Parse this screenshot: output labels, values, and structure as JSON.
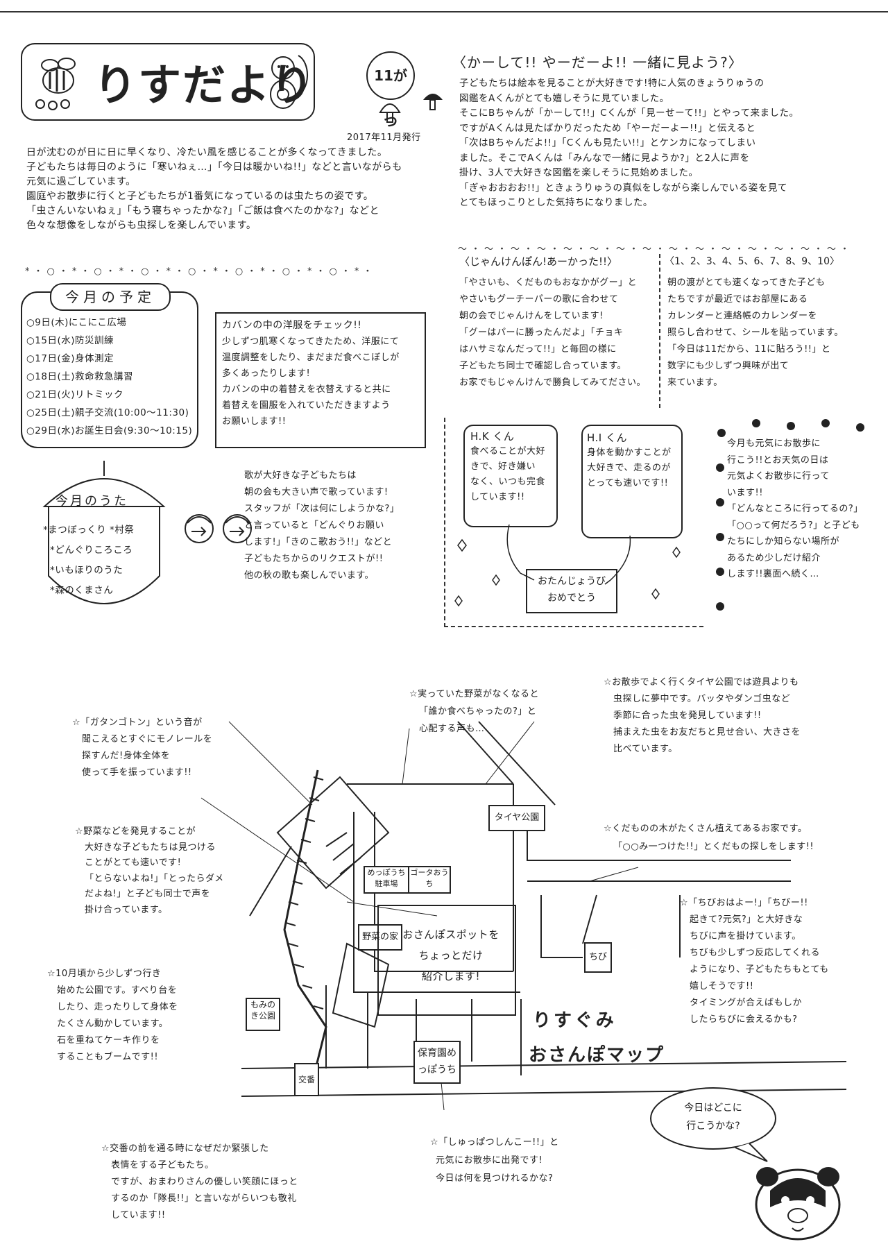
{
  "header": {
    "title": "りすだより",
    "issue": "11がつ",
    "issued": "2017年11月発行"
  },
  "intro": {
    "lines": [
      "日が沈むのが日に日に早くなり、冷たい風を感じることが多くなってきました。",
      "子どもたちは毎日のように「寒いねぇ…」「今日は暖かいね!!」などと言いながらも",
      "元気に過ごしています。",
      "園庭やお散歩に行くと子どもたちが1番気になっているのは虫たちの姿です。",
      "「虫さんいないねぇ」「もう寝ちゃったかな?」「ご飯は食べたのかな?」などと",
      "色々な想像をしながらも虫探しを楽しんでいます。"
    ]
  },
  "schedule": {
    "title": "今月の予定",
    "items": [
      "○9日(木)にこにこ広場",
      "○15日(水)防災訓練",
      "○17日(金)身体測定",
      "○18日(土)救命救急講習",
      "○21日(火)リトミック",
      "○25日(土)親子交流(10:00〜11:30)",
      "○29日(水)お誕生日会(9:30〜10:15)"
    ]
  },
  "clothes": {
    "title": "カバンの中の洋服をチェック!!",
    "lines": [
      "少しずつ肌寒くなってきたため、洋服にて",
      "温度調整をしたり、まだまだ食べこぼしが",
      "多くあったりします!",
      "カバンの中の着替えを衣替えすると共に",
      "着替えを園服を入れていただきますよう",
      "お願いします!!"
    ]
  },
  "songs": {
    "title": "今月のうた",
    "items": [
      "*まつぼっくり *村祭",
      "*どんぐりころころ",
      "*いもほりのうた",
      "*森のくまさん"
    ]
  },
  "songs_text": {
    "lines": [
      "歌が大好きな子どもたちは",
      "朝の会も大きい声で歌っています!",
      "スタッフが「次は何にしようかな?」",
      "と言っていると「どんぐりお願い",
      "します!」「きのこ歌おう!!」などと",
      "子どもたちからのリクエストが!!",
      "他の秋の歌も楽しんでいます。"
    ]
  },
  "picture_book": {
    "title": "〈かーして!! やーだーよ!! 一緒に見よう?〉",
    "lines": [
      "子どもたちは絵本を見ることが大好きです!特に人気のきょうりゅうの",
      "図鑑をAくんがとても嬉しそうに見ていました。",
      "そこにBちゃんが「かーして!!」Cくんが「見ーせーて!!」とやって来ました。",
      "ですがAくんは見たばかりだったため「やーだーよー!!」と伝えると",
      "「次はBちゃんだよ!!」「Cくんも見たい!!」とケンカになってしまい",
      "ました。そこでAくんは「みんなで一緒に見ようか?」と2人に声を",
      "掛け、3人で大好きな図鑑を楽しそうに見始めました。",
      "「ぎゃおおおお!!」ときょうりゅうの真似をしながら楽しんでいる姿を見て",
      "とてもほっこりとした気持ちになりました。"
    ]
  },
  "janken": {
    "title": "〈じゃんけんぽん!あーかった!!〉",
    "lines": [
      "「やさいも、くだものもおなかがグー」と",
      "やさいもグーチーパーの歌に合わせて",
      "朝の会でじゃんけんをしています!",
      "「グーはパーに勝ったんだよ」「チョキ",
      "はハサミなんだって!!」と毎回の様に",
      "子どもたち同士で確認し合っています。",
      "お家でもじゃんけんで勝負してみてださい。"
    ]
  },
  "counting": {
    "title": "〈1、2、3、4、5、6、7、8、9、10〉",
    "lines": [
      "朝の渡がとても速くなってきた子ども",
      "たちですが最近ではお部屋にある",
      "カレンダーと連絡帳のカレンダーを",
      "照らし合わせて、シールを貼っています。",
      "「今日は11だから、11に貼ろう!!」と",
      "数字にも少しずつ興味が出て",
      "来ています。"
    ]
  },
  "birthday": {
    "kid1_name": "H.K くん",
    "kid1_text": [
      "食べることが大好",
      "きで、好き嫌い",
      "なく、いつも完食",
      "しています!!"
    ],
    "kid2_name": "H.I くん",
    "kid2_text": [
      "身体を動かすことが",
      "大好きで、走るのが",
      "とっても速いです!!"
    ],
    "banner": [
      "おたんじょうび",
      "おめでとう"
    ]
  },
  "walk_note": {
    "lines": [
      "今月も元気にお散歩に",
      "行こう!!とお天気の日は",
      "元気よくお散歩に行って",
      "います!!",
      "「どんなところに行ってるの?」",
      "「○○って何だろう?」と子ども",
      "たちにしか知らない場所が",
      "あるため少しだけ紹介",
      "します!!裏面へ続く…"
    ]
  },
  "map": {
    "title_line1": "りすぐみ",
    "title_line2": "おさんぽマップ",
    "center_label": [
      "おさんぽスポットを",
      "ちょっとだけ",
      "紹介します!"
    ],
    "labels": {
      "taiya": "タイヤ公園",
      "parking": "めっぽうち駐車場",
      "gota": "ゴータおうち",
      "yasai": "野菜の家",
      "chibi": "ちび",
      "momiji": "もみのき公園",
      "koban": "交番",
      "hoikuen": "保育園めっぽうち"
    },
    "notes": {
      "train": [
        "☆「ガタンゴトン」という音が",
        "聞こえるとすぐにモノレールを",
        "探すんだ!身体全体を",
        "使って手を振っています!!"
      ],
      "vegetables": [
        "☆野菜などを発見することが",
        "大好きな子どもたちは見つける",
        "ことがとても速いです!",
        "「とらないよね!」「とったらダメ",
        "だよね!」と子ども同士で声を",
        "掛け合っています。"
      ],
      "park": [
        "☆10月頃から少しずつ行き",
        "始めた公園です。すべり台を",
        "したり、走ったりして身体を",
        "たくさん動かしています。",
        "石を重ねてケーキ作りを",
        "することもブームです!!"
      ],
      "koban": [
        "☆交番の前を通る時になぜだか緊張した",
        "表情をする子どもたち。",
        "ですが、おまわりさんの優しい笑顔にほっと",
        "するのか「隊長!!」と言いながらいつも敬礼",
        "しています!!"
      ],
      "start": [
        "☆「しゅっぱつしんこー!!」と",
        "元気にお散歩に出発です!",
        "今日は何を見つけれるかな?"
      ],
      "eaten": [
        "☆実っていた野菜がなくなると",
        "「誰か食べちゃったの?」と",
        "心配する声も…"
      ],
      "taiya": [
        "☆お散歩でよく行くタイヤ公園では遊具よりも",
        "虫探しに夢中です。バッタやダンゴ虫など",
        "季節に合った虫を発見しています!!",
        "捕まえた虫をお友だちと見せ合い、大きさを",
        "比べています。"
      ],
      "fruit": [
        "☆くだものの木がたくさん植えてあるお家です。",
        "「○○み一つけた!!」とくだもの探しをします!!"
      ],
      "chibi": [
        "☆「ちびおはよー!」「ちびー!!",
        "起きて?元気?」と大好きな",
        "ちびに声を掛けています。",
        "ちびも少しずつ反応してくれる",
        "ようになり、子どもたちもとても",
        "嬉しそうです!!",
        "タイミングが合えばもしか",
        "したらちびに会えるかも?"
      ]
    },
    "bubble": [
      "今日はどこに",
      "行こうかな?"
    ]
  }
}
